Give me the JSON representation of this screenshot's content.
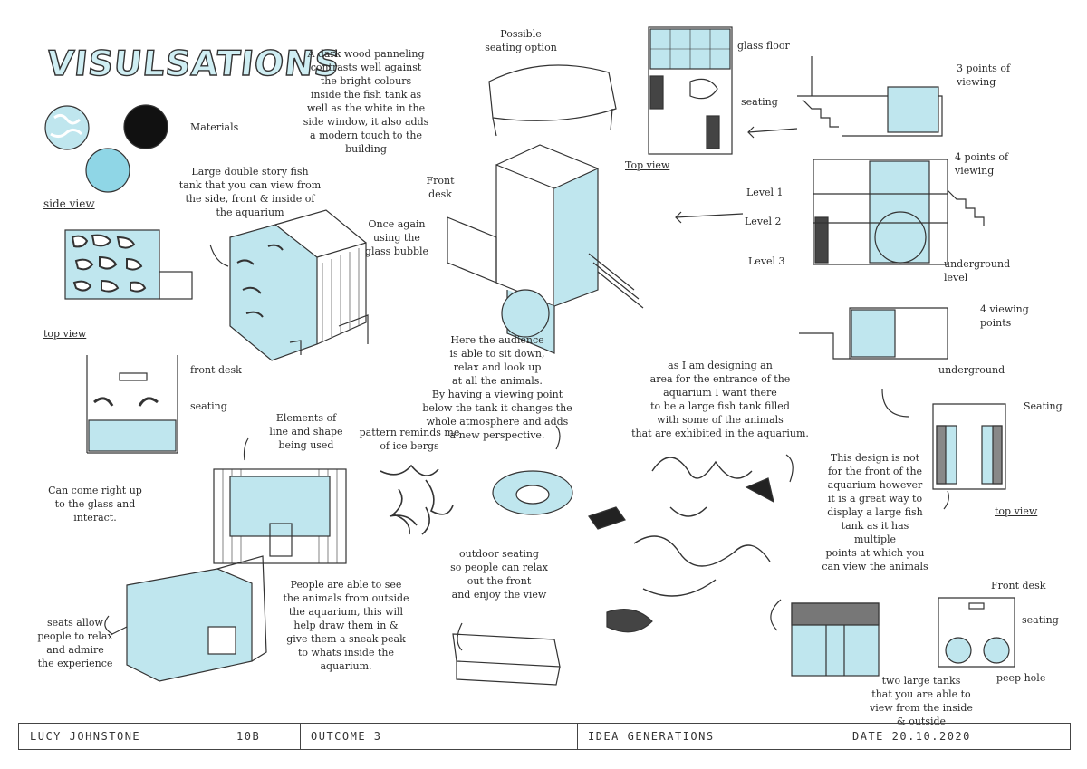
{
  "title": "VISULSATIONS",
  "notes": {
    "materials": "Materials",
    "side_view": "side view",
    "top_view_left": "top view",
    "front_desk_left": "front desk",
    "seating_left": "seating",
    "come_right_up": "Can come right up\nto the glass and\ninteract.",
    "dark_wood": "A dark wood panneling\ncontrasts well against\nthe bright colours\ninside the fish tank as\nwell as the white in the\nside window, it also adds\na modern touch to the\nbuilding",
    "double_story": "Large double story fish\ntank that you can view from\nthe side, front & inside of\nthe aquarium",
    "glass_bubble": "Once again\nusing the\nglass bubble",
    "elements": "Elements of\nline and shape\nbeing used",
    "seats_allow": "seats allow\npeople to relax\nand admire\nthe experience",
    "people_see": "People are able to see\nthe animals from outside\nthe aquarium, this will\nhelp draw them in &\ngive them a sneak peak\nto whats inside the\naquarium.",
    "possible_seating": "Possible\nseating option",
    "front_desk_top": "Front\ndesk",
    "audience": "Here the audience\nis able to sit down,\nrelax and look up\nat all the animals.\nBy having a viewing point\nbelow the tank it changes the\nwhole atmosphere and adds\na new perspective.",
    "icebergs": "pattern reminds me\nof ice bergs",
    "outdoor_seating": "outdoor seating\nso people can relax\nout the front\nand enjoy the view",
    "entrance": "as I am designing an\narea for the entrance of the\naquarium I want there\nto be a large fish tank filled\nwith some of the animals\nthat are exhibited in the aquarium.",
    "glass_floor": "glass floor",
    "seating_top": "seating",
    "top_view_mid": "Top view",
    "three_points": "3 points of\nviewing",
    "four_points": "4 points of\nviewing",
    "level1": "Level 1",
    "level2": "Level 2",
    "level3": "Level 3",
    "underground_level": "underground\nlevel",
    "four_viewing": "4 viewing\npoints",
    "underground": "underground",
    "seating_right": "Seating",
    "top_view_right": "top view",
    "this_design": "This design is not\nfor the front of the\naquarium however\nit is a great way to\ndisplay a large fish\ntank as it has multiple\npoints at which you\ncan view the animals",
    "front_desk_right": "Front desk",
    "seating_right2": "seating",
    "peep_hole": "peep hole",
    "two_tanks": "two large tanks\nthat you are able to\nview from the inside\n& outside"
  },
  "footer": {
    "name": "LUCY JOHNSTONE",
    "class": "10B",
    "outcome": "OUTCOME 3",
    "topic": "IDEA GENERATIONS",
    "date": "DATE 20.10.2020"
  },
  "colors": {
    "tank": "#bfe6ee",
    "ink": "#2a2a2a",
    "title_fill": "#cfeef3"
  }
}
